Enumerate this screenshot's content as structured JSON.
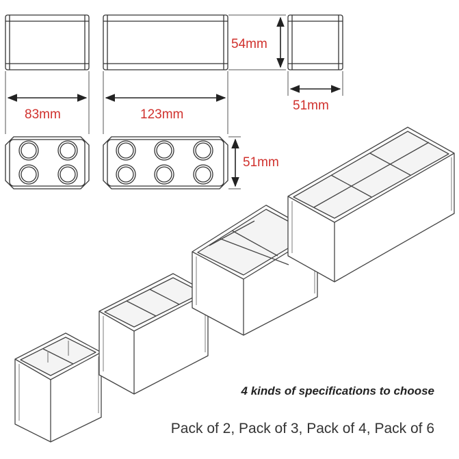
{
  "dimensions": {
    "height_label": "54mm",
    "depth_label_top": "51mm",
    "width_small_label": "83mm",
    "width_large_label": "123mm",
    "depth_label_plan": "51mm"
  },
  "tagline": "4 kinds of specifications to choose",
  "packs_text": "Pack of 2, Pack of 3, Pack of 4, Pack of 6",
  "colors": {
    "line": "#333333",
    "dim_text": "#d0312d",
    "stroke_light": "#555555"
  }
}
